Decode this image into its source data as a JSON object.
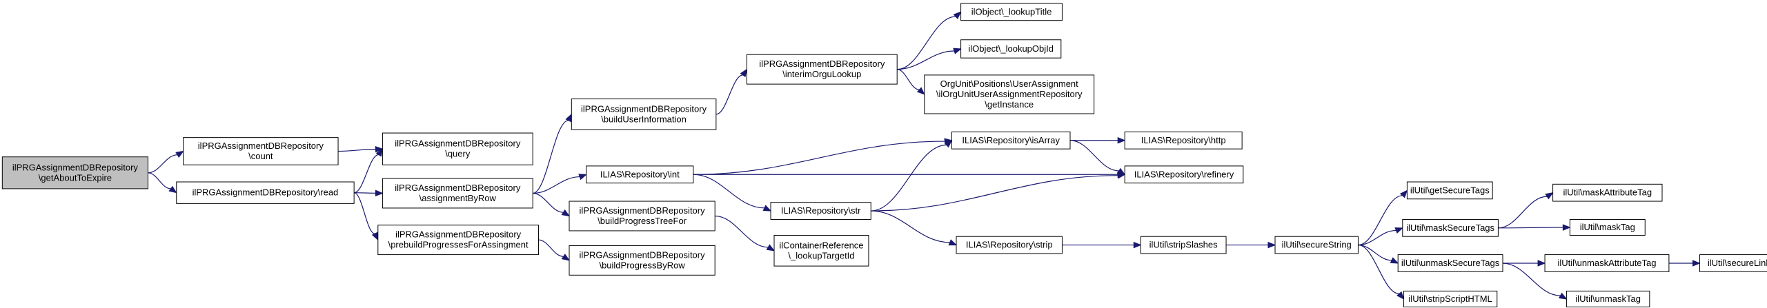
{
  "colors": {
    "edge": "#191970",
    "root_fill": "#bfbfbf",
    "node_fill": "#ffffff",
    "node_border": "#000000"
  },
  "nodes": [
    {
      "id": "n0",
      "lines": [
        "ilPRGAssignmentDBRepository",
        "\\getAboutToExpire"
      ],
      "root": true
    },
    {
      "id": "n1",
      "lines": [
        "ilPRGAssignmentDBRepository",
        "\\count"
      ]
    },
    {
      "id": "n2",
      "lines": [
        "ilPRGAssignmentDBRepository\\read"
      ]
    },
    {
      "id": "n3",
      "lines": [
        "ilPRGAssignmentDBRepository",
        "\\query"
      ]
    },
    {
      "id": "n4",
      "lines": [
        "ilPRGAssignmentDBRepository",
        "\\assignmentByRow"
      ]
    },
    {
      "id": "n5",
      "lines": [
        "ilPRGAssignmentDBRepository",
        "\\prebuildProgressesForAssingment"
      ]
    },
    {
      "id": "n6",
      "lines": [
        "ilPRGAssignmentDBRepository",
        "\\buildUserInformation"
      ]
    },
    {
      "id": "n7",
      "lines": [
        "ILIAS\\Repository\\int"
      ]
    },
    {
      "id": "n8",
      "lines": [
        "ilPRGAssignmentDBRepository",
        "\\buildProgressTreeFor"
      ]
    },
    {
      "id": "n9",
      "lines": [
        "ilPRGAssignmentDBRepository",
        "\\buildProgressByRow"
      ]
    },
    {
      "id": "n10",
      "lines": [
        "ilPRGAssignmentDBRepository",
        "\\interimOrguLookup"
      ]
    },
    {
      "id": "n11",
      "lines": [
        "ILIAS\\Repository\\str"
      ]
    },
    {
      "id": "n12",
      "lines": [
        "ilContainerReference",
        "\\_lookupTargetId"
      ]
    },
    {
      "id": "n13",
      "lines": [
        "ilObject\\_lookupTitle"
      ]
    },
    {
      "id": "n14",
      "lines": [
        "ilObject\\_lookupObjId"
      ]
    },
    {
      "id": "n15",
      "lines": [
        "OrgUnit\\Positions\\UserAssignment",
        "\\ilOrgUnitUserAssignmentRepository",
        "\\getInstance"
      ]
    },
    {
      "id": "n16",
      "lines": [
        "ILIAS\\Repository\\isArray"
      ]
    },
    {
      "id": "n17",
      "lines": [
        "ILIAS\\Repository\\strip"
      ]
    },
    {
      "id": "n18",
      "lines": [
        "ILIAS\\Repository\\http"
      ]
    },
    {
      "id": "n19",
      "lines": [
        "ILIAS\\Repository\\refinery"
      ]
    },
    {
      "id": "n20",
      "lines": [
        "ilUtil\\stripSlashes"
      ]
    },
    {
      "id": "n21",
      "lines": [
        "ilUtil\\secureString"
      ]
    },
    {
      "id": "n22",
      "lines": [
        "ilUtil\\getSecureTags"
      ]
    },
    {
      "id": "n23",
      "lines": [
        "ilUtil\\maskSecureTags"
      ]
    },
    {
      "id": "n24",
      "lines": [
        "ilUtil\\unmaskSecureTags"
      ]
    },
    {
      "id": "n25",
      "lines": [
        "ilUtil\\stripScriptHTML"
      ]
    },
    {
      "id": "n26",
      "lines": [
        "ilUtil\\maskAttributeTag"
      ]
    },
    {
      "id": "n27",
      "lines": [
        "ilUtil\\maskTag"
      ]
    },
    {
      "id": "n28",
      "lines": [
        "ilUtil\\unmaskAttributeTag"
      ]
    },
    {
      "id": "n29",
      "lines": [
        "ilUtil\\unmaskTag"
      ]
    },
    {
      "id": "n30",
      "lines": [
        "ilUtil\\secureLink"
      ]
    }
  ],
  "edges": [
    [
      "n0",
      "n1"
    ],
    [
      "n0",
      "n2"
    ],
    [
      "n1",
      "n3"
    ],
    [
      "n2",
      "n3"
    ],
    [
      "n2",
      "n4"
    ],
    [
      "n2",
      "n5"
    ],
    [
      "n4",
      "n6"
    ],
    [
      "n4",
      "n7"
    ],
    [
      "n4",
      "n8"
    ],
    [
      "n5",
      "n9"
    ],
    [
      "n6",
      "n10"
    ],
    [
      "n7",
      "n11"
    ],
    [
      "n7",
      "n16"
    ],
    [
      "n7",
      "n19"
    ],
    [
      "n8",
      "n12"
    ],
    [
      "n10",
      "n13"
    ],
    [
      "n10",
      "n14"
    ],
    [
      "n10",
      "n15"
    ],
    [
      "n11",
      "n16"
    ],
    [
      "n11",
      "n17"
    ],
    [
      "n11",
      "n19"
    ],
    [
      "n16",
      "n18"
    ],
    [
      "n16",
      "n19"
    ],
    [
      "n17",
      "n20"
    ],
    [
      "n20",
      "n21"
    ],
    [
      "n21",
      "n22"
    ],
    [
      "n21",
      "n23"
    ],
    [
      "n21",
      "n24"
    ],
    [
      "n21",
      "n25"
    ],
    [
      "n23",
      "n26"
    ],
    [
      "n23",
      "n27"
    ],
    [
      "n24",
      "n28"
    ],
    [
      "n24",
      "n29"
    ],
    [
      "n28",
      "n30"
    ]
  ]
}
